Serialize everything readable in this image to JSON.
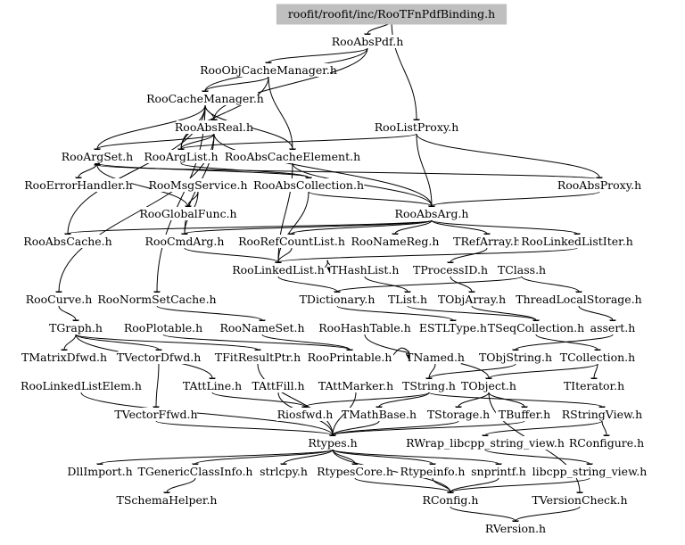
{
  "graph": {
    "root": "roofit/roofit/inc/RooTFnPdfBinding.h",
    "root_fill": "#bfbfbf",
    "nodes": [
      {
        "id": "root",
        "label": "roofit/roofit/inc/RooTFnPdfBinding.h"
      },
      {
        "id": "RooAbsPdf",
        "label": "RooAbsPdf.h"
      },
      {
        "id": "RooObjCacheManager",
        "label": "RooObjCacheManager.h"
      },
      {
        "id": "RooCacheManager",
        "label": "RooCacheManager.h"
      },
      {
        "id": "RooListProxy",
        "label": "RooListProxy.h"
      },
      {
        "id": "RooAbsReal",
        "label": "RooAbsReal.h"
      },
      {
        "id": "RooArgSet",
        "label": "RooArgSet.h"
      },
      {
        "id": "RooArgList",
        "label": "RooArgList.h"
      },
      {
        "id": "RooAbsCacheElement",
        "label": "RooAbsCacheElement.h"
      },
      {
        "id": "RooErrorHandler",
        "label": "RooErrorHandler.h"
      },
      {
        "id": "RooMsgService",
        "label": "RooMsgService.h"
      },
      {
        "id": "RooAbsCollection",
        "label": "RooAbsCollection.h"
      },
      {
        "id": "RooAbsProxy",
        "label": "RooAbsProxy.h"
      },
      {
        "id": "RooGlobalFunc",
        "label": "RooGlobalFunc.h"
      },
      {
        "id": "RooAbsArg",
        "label": "RooAbsArg.h"
      },
      {
        "id": "RooAbsCache",
        "label": "RooAbsCache.h"
      },
      {
        "id": "RooCmdArg",
        "label": "RooCmdArg.h"
      },
      {
        "id": "RooRefCountList",
        "label": "RooRefCountList.h"
      },
      {
        "id": "RooNameReg",
        "label": "RooNameReg.h"
      },
      {
        "id": "TRefArray",
        "label": "TRefArray.h"
      },
      {
        "id": "RooLinkedListIter",
        "label": "RooLinkedListIter.h"
      },
      {
        "id": "RooLinkedList",
        "label": "RooLinkedList.h"
      },
      {
        "id": "THashList",
        "label": "THashList.h"
      },
      {
        "id": "TProcessID",
        "label": "TProcessID.h"
      },
      {
        "id": "TClass",
        "label": "TClass.h"
      },
      {
        "id": "RooCurve",
        "label": "RooCurve.h"
      },
      {
        "id": "RooNormSetCache",
        "label": "RooNormSetCache.h"
      },
      {
        "id": "TDictionary",
        "label": "TDictionary.h"
      },
      {
        "id": "TList",
        "label": "TList.h"
      },
      {
        "id": "TObjArray",
        "label": "TObjArray.h"
      },
      {
        "id": "ThreadLocalStorage",
        "label": "ThreadLocalStorage.h"
      },
      {
        "id": "TGraph",
        "label": "TGraph.h"
      },
      {
        "id": "RooPlotable",
        "label": "RooPlotable.h"
      },
      {
        "id": "RooNameSet",
        "label": "RooNameSet.h"
      },
      {
        "id": "RooHashTable",
        "label": "RooHashTable.h"
      },
      {
        "id": "ESTLType",
        "label": "ESTLType.h"
      },
      {
        "id": "TSeqCollection",
        "label": "TSeqCollection.h"
      },
      {
        "id": "assert",
        "label": "assert.h"
      },
      {
        "id": "TMatrixDfwd",
        "label": "TMatrixDfwd.h"
      },
      {
        "id": "TVectorDfwd",
        "label": "TVectorDfwd.h"
      },
      {
        "id": "TFitResultPtr",
        "label": "TFitResultPtr.h"
      },
      {
        "id": "RooPrintable",
        "label": "RooPrintable.h"
      },
      {
        "id": "TNamed",
        "label": "TNamed.h"
      },
      {
        "id": "TObjString",
        "label": "TObjString.h"
      },
      {
        "id": "TCollection",
        "label": "TCollection.h"
      },
      {
        "id": "RooLinkedListElem",
        "label": "RooLinkedListElem.h"
      },
      {
        "id": "TAttLine",
        "label": "TAttLine.h"
      },
      {
        "id": "TAttFill",
        "label": "TAttFill.h"
      },
      {
        "id": "TAttMarker",
        "label": "TAttMarker.h"
      },
      {
        "id": "TString",
        "label": "TString.h"
      },
      {
        "id": "TObject",
        "label": "TObject.h"
      },
      {
        "id": "TIterator",
        "label": "TIterator.h"
      },
      {
        "id": "TVectorFfwd",
        "label": "TVectorFfwd.h"
      },
      {
        "id": "Riosfwd",
        "label": "Riosfwd.h"
      },
      {
        "id": "TMathBase",
        "label": "TMathBase.h"
      },
      {
        "id": "TStorage",
        "label": "TStorage.h"
      },
      {
        "id": "TBuffer",
        "label": "TBuffer.h"
      },
      {
        "id": "RStringView",
        "label": "RStringView.h"
      },
      {
        "id": "Rtypes",
        "label": "Rtypes.h"
      },
      {
        "id": "RWrap",
        "label": "RWrap_libcpp_string_view.h"
      },
      {
        "id": "RConfigure",
        "label": "RConfigure.h"
      },
      {
        "id": "DllImport",
        "label": "DllImport.h"
      },
      {
        "id": "TGenericClassInfo",
        "label": "TGenericClassInfo.h"
      },
      {
        "id": "strlcpy",
        "label": "strlcpy.h"
      },
      {
        "id": "RtypesCore",
        "label": "RtypesCore.h"
      },
      {
        "id": "Rtypeinfo",
        "label": "Rtypeinfo.h"
      },
      {
        "id": "snprintf",
        "label": "snprintf.h"
      },
      {
        "id": "libcpp_string_view",
        "label": "libcpp_string_view.h"
      },
      {
        "id": "TSchemaHelper",
        "label": "TSchemaHelper.h"
      },
      {
        "id": "RConfig",
        "label": "RConfig.h"
      },
      {
        "id": "TVersionCheck",
        "label": "TVersionCheck.h"
      },
      {
        "id": "RVersion",
        "label": "RVersion.h"
      }
    ],
    "edges": [
      [
        "root",
        "RooAbsPdf"
      ],
      [
        "root",
        "RooListProxy"
      ],
      [
        "RooAbsPdf",
        "RooObjCacheManager"
      ],
      [
        "RooAbsPdf",
        "RooAbsReal"
      ],
      [
        "RooAbsPdf",
        "RooCacheManager"
      ],
      [
        "RooObjCacheManager",
        "RooCacheManager"
      ],
      [
        "RooObjCacheManager",
        "RooAbsCacheElement"
      ],
      [
        "RooObjCacheManager",
        "RooArgList"
      ],
      [
        "RooCacheManager",
        "RooAbsReal"
      ],
      [
        "RooCacheManager",
        "RooArgSet"
      ],
      [
        "RooCacheManager",
        "RooArgList"
      ],
      [
        "RooCacheManager",
        "RooAbsCache"
      ],
      [
        "RooCacheManager",
        "RooAbsCacheElement"
      ],
      [
        "RooCacheManager",
        "RooNormSetCache"
      ],
      [
        "RooListProxy",
        "RooArgList"
      ],
      [
        "RooListProxy",
        "RooAbsProxy"
      ],
      [
        "RooListProxy",
        "RooAbsArg"
      ],
      [
        "RooAbsReal",
        "RooArgSet"
      ],
      [
        "RooAbsReal",
        "RooArgList"
      ],
      [
        "RooAbsReal",
        "RooAbsArg"
      ],
      [
        "RooAbsReal",
        "RooCmdArg"
      ],
      [
        "RooAbsReal",
        "RooCurve"
      ],
      [
        "RooArgSet",
        "RooErrorHandler"
      ],
      [
        "RooArgSet",
        "RooAbsCollection"
      ],
      [
        "RooArgList",
        "RooAbsCollection"
      ],
      [
        "RooAbsCacheElement",
        "RooAbsArg"
      ],
      [
        "RooAbsCacheElement",
        "RooLinkedList"
      ],
      [
        "RooMsgService",
        "RooGlobalFunc"
      ],
      [
        "RooMsgService",
        "RooCmdArg"
      ],
      [
        "RooAbsCollection",
        "RooAbsArg"
      ],
      [
        "RooAbsCollection",
        "RooLinkedList"
      ],
      [
        "RooAbsProxy",
        "RooAbsArg"
      ],
      [
        "RooAbsProxy",
        "RooArgSet"
      ],
      [
        "RooGlobalFunc",
        "RooArgSet"
      ],
      [
        "RooAbsArg",
        "RooRefCountList"
      ],
      [
        "RooAbsArg",
        "RooNameReg"
      ],
      [
        "RooAbsArg",
        "TRefArray"
      ],
      [
        "RooAbsArg",
        "RooLinkedListIter"
      ],
      [
        "RooAbsArg",
        "RooAbsCache"
      ],
      [
        "RooAbsArg",
        "RooCmdArg"
      ],
      [
        "RooCmdArg",
        "RooLinkedList"
      ],
      [
        "RooRefCountList",
        "RooLinkedList"
      ],
      [
        "TRefArray",
        "TProcessID"
      ],
      [
        "RooLinkedListIter",
        "RooLinkedList"
      ],
      [
        "RooLinkedList",
        "THashList"
      ],
      [
        "RooLinkedList",
        "TDictionary"
      ],
      [
        "THashList",
        "TList"
      ],
      [
        "TProcessID",
        "TObjArray"
      ],
      [
        "TClass",
        "ThreadLocalStorage"
      ],
      [
        "TClass",
        "TDictionary"
      ],
      [
        "RooCurve",
        "TGraph"
      ],
      [
        "RooNormSetCache",
        "RooNameSet"
      ],
      [
        "TDictionary",
        "ESTLType"
      ],
      [
        "TList",
        "TSeqCollection"
      ],
      [
        "TObjArray",
        "TSeqCollection"
      ],
      [
        "ThreadLocalStorage",
        "assert"
      ],
      [
        "TGraph",
        "TMatrixDfwd"
      ],
      [
        "TGraph",
        "TVectorDfwd"
      ],
      [
        "TGraph",
        "TFitResultPtr"
      ],
      [
        "TGraph",
        "TAttLine"
      ],
      [
        "RooPlotable",
        "RooPrintable"
      ],
      [
        "RooNameSet",
        "RooPrintable"
      ],
      [
        "RooHashTable",
        "TObject"
      ],
      [
        "TSeqCollection",
        "TCollection"
      ],
      [
        "assert",
        "TObjString"
      ],
      [
        "TFitResultPtr",
        "Rtypes"
      ],
      [
        "RooPrintable",
        "TNamed"
      ],
      [
        "TNamed",
        "TString"
      ],
      [
        "TObjString",
        "TString"
      ],
      [
        "TCollection",
        "TObject"
      ],
      [
        "TCollection",
        "TIterator"
      ],
      [
        "RooLinkedListElem",
        "Rtypes"
      ],
      [
        "TAttLine",
        "Riosfwd"
      ],
      [
        "TAttFill",
        "Rtypes"
      ],
      [
        "TAttMarker",
        "Rtypes"
      ],
      [
        "TString",
        "TMathBase"
      ],
      [
        "TString",
        "RStringView"
      ],
      [
        "TString",
        "Riosfwd"
      ],
      [
        "TObject",
        "TStorage"
      ],
      [
        "TObject",
        "TBuffer"
      ],
      [
        "TObject",
        "TVersionCheck"
      ],
      [
        "TVectorDfwd",
        "TVectorFfwd"
      ],
      [
        "TVectorFfwd",
        "Rtypes"
      ],
      [
        "TMathBase",
        "Rtypes"
      ],
      [
        "TStorage",
        "Rtypes"
      ],
      [
        "TBuffer",
        "Rtypes"
      ],
      [
        "RStringView",
        "RConfigure"
      ],
      [
        "RStringView",
        "RWrap"
      ],
      [
        "RWrap",
        "libcpp_string_view"
      ],
      [
        "Rtypes",
        "DllImport"
      ],
      [
        "Rtypes",
        "TGenericClassInfo"
      ],
      [
        "Rtypes",
        "strlcpy"
      ],
      [
        "Rtypes",
        "RtypesCore"
      ],
      [
        "Rtypes",
        "Rtypeinfo"
      ],
      [
        "Rtypes",
        "snprintf"
      ],
      [
        "Rtypes",
        "RConfig"
      ],
      [
        "TGenericClassInfo",
        "TSchemaHelper"
      ],
      [
        "RtypesCore",
        "RConfig"
      ],
      [
        "Rtypeinfo",
        "RConfig"
      ],
      [
        "snprintf",
        "RConfig"
      ],
      [
        "libcpp_string_view",
        "RConfig"
      ],
      [
        "TVersionCheck",
        "RVersion"
      ],
      [
        "RConfig",
        "RVersion"
      ]
    ]
  }
}
